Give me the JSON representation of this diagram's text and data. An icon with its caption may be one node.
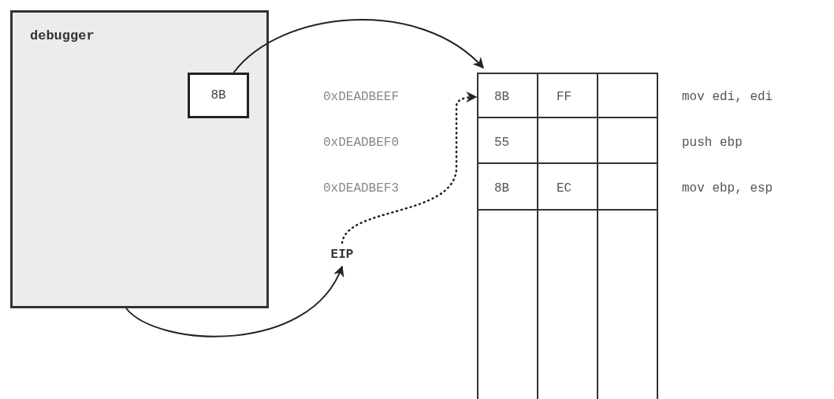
{
  "diagram": {
    "nodes": [
      {
        "text": [
          "debugger"
        ]
      },
      {
        "text": [
          "8B"
        ],
        "in": 0
      },
      {
        "text": [],
        "shape": "box"
      },
      {
        "text": [
          "EIP"
        ]
      }
    ],
    "edges": [
      {
        "from": 1,
        "to": 2,
        "arrow": "to"
      },
      {
        "from": 3,
        "to": 2,
        "arrow": "to",
        "style": "dashed"
      },
      {
        "from": 0,
        "to": 3,
        "arrow": "to"
      }
    ],
    "labels": [
      "0xDEADBEEF",
      "8B",
      "FF",
      "mov edi, edi",
      "0xDEADBEF0",
      "55",
      "push ebp",
      "0xDEADBEF3",
      "8B",
      "EC",
      "mov ebp, esp"
    ]
  }
}
